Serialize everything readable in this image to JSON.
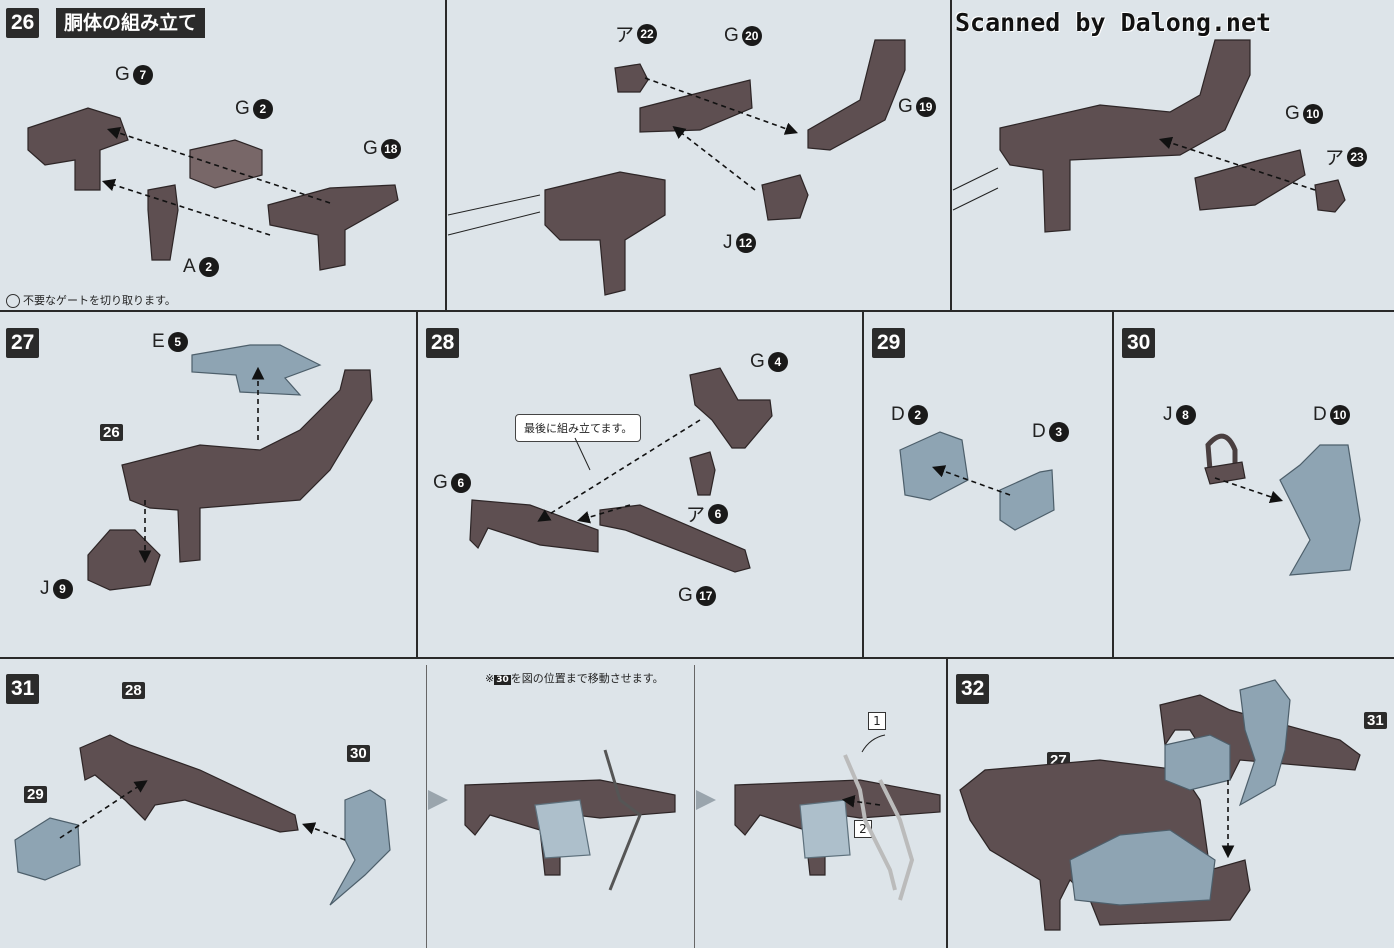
{
  "watermark": "Scanned by Dalong.net",
  "step26": {
    "number": "26",
    "title": "胴体の組み立て",
    "note": "不要なゲートを切り取ります。",
    "labels": [
      {
        "letter": "G",
        "num": "7"
      },
      {
        "letter": "G",
        "num": "2"
      },
      {
        "letter": "G",
        "num": "18"
      },
      {
        "letter": "A",
        "num": "2"
      },
      {
        "letter": "ア",
        "num": "22"
      },
      {
        "letter": "G",
        "num": "20"
      },
      {
        "letter": "G",
        "num": "19"
      },
      {
        "letter": "J",
        "num": "12"
      },
      {
        "letter": "G",
        "num": "10"
      },
      {
        "letter": "ア",
        "num": "23"
      }
    ]
  },
  "step27": {
    "number": "27",
    "labels": [
      {
        "letter": "E",
        "num": "5"
      },
      {
        "letter": "",
        "num": "26"
      },
      {
        "letter": "J",
        "num": "9"
      }
    ]
  },
  "step28": {
    "number": "28",
    "callout": "最後に組み立てます。",
    "labels": [
      {
        "letter": "G",
        "num": "4"
      },
      {
        "letter": "ア",
        "num": "6"
      },
      {
        "letter": "G",
        "num": "6"
      },
      {
        "letter": "G",
        "num": "17"
      }
    ]
  },
  "step29": {
    "number": "29",
    "labels": [
      {
        "letter": "D",
        "num": "2"
      },
      {
        "letter": "D",
        "num": "3"
      }
    ]
  },
  "step30": {
    "number": "30",
    "labels": [
      {
        "letter": "J",
        "num": "8"
      },
      {
        "letter": "D",
        "num": "10"
      }
    ]
  },
  "step31": {
    "number": "31",
    "note_prefix": "※",
    "note_ref": "30",
    "note_suffix": "を図の位置まで移動させます。",
    "refs": [
      "28",
      "29",
      "30"
    ],
    "order": [
      "1",
      "2"
    ]
  },
  "step32": {
    "number": "32",
    "refs": [
      "27",
      "31"
    ]
  }
}
